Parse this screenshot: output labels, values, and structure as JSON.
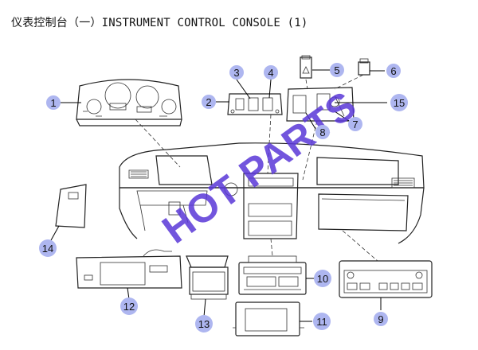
{
  "title": "仪表控制台（一）INSTRUMENT CONTROL CONSOLE (1)",
  "watermark": "HOT PARTS",
  "callouts": [
    "1",
    "2",
    "3",
    "4",
    "5",
    "6",
    "15",
    "7",
    "8",
    "10",
    "9",
    "11",
    "12",
    "13",
    "14"
  ],
  "colors": {
    "bubble": "#aeb6f0",
    "watermark": "#5a38d8",
    "line": "#222222"
  }
}
